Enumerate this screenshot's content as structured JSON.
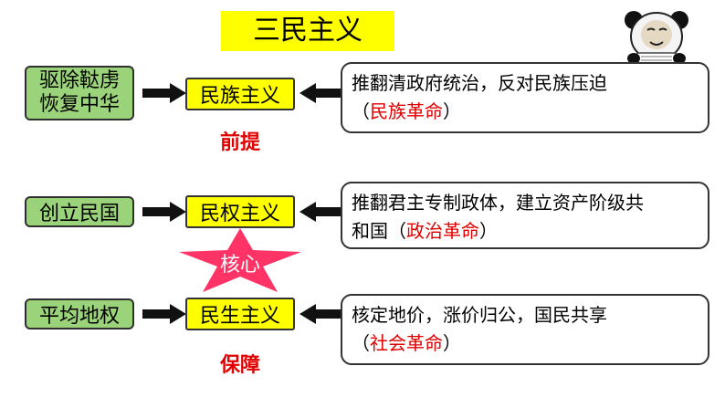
{
  "title": "三民主义",
  "rows": [
    {
      "left_label_line1": "驱除鞑虏",
      "left_label_line2": "恢复中华",
      "principle": "民族主义",
      "desc_main": "推翻清政府统治，反对民族压迫",
      "desc_open": "（",
      "desc_red": "民族革命",
      "desc_close": "）",
      "role": "前提"
    },
    {
      "left_label": "创立民国",
      "principle": "民权主义",
      "desc_main": "推翻君主专制政体，建立资产阶级共和国",
      "desc_line1": "推翻君主专制政体，建立资产阶级共",
      "desc_line2_pre": "和国（",
      "desc_red": "政治革命",
      "desc_close": "）",
      "role": "核心"
    },
    {
      "left_label": "平均地权",
      "principle": "民生主义",
      "desc_main": "核定地价，涨价归公，国民共享",
      "desc_open": "（",
      "desc_red": "社会革命",
      "desc_close": "）",
      "role": "保障"
    }
  ],
  "colors": {
    "title_bg": "#ffff00",
    "left_box": "#9bd37a",
    "principle_box": "#ffff00",
    "accent_red": "#e00000",
    "star": "#ff3366"
  },
  "icons": [
    "right-arrow-icon",
    "left-arrow-icon",
    "star-icon",
    "panda-meme-icon"
  ]
}
